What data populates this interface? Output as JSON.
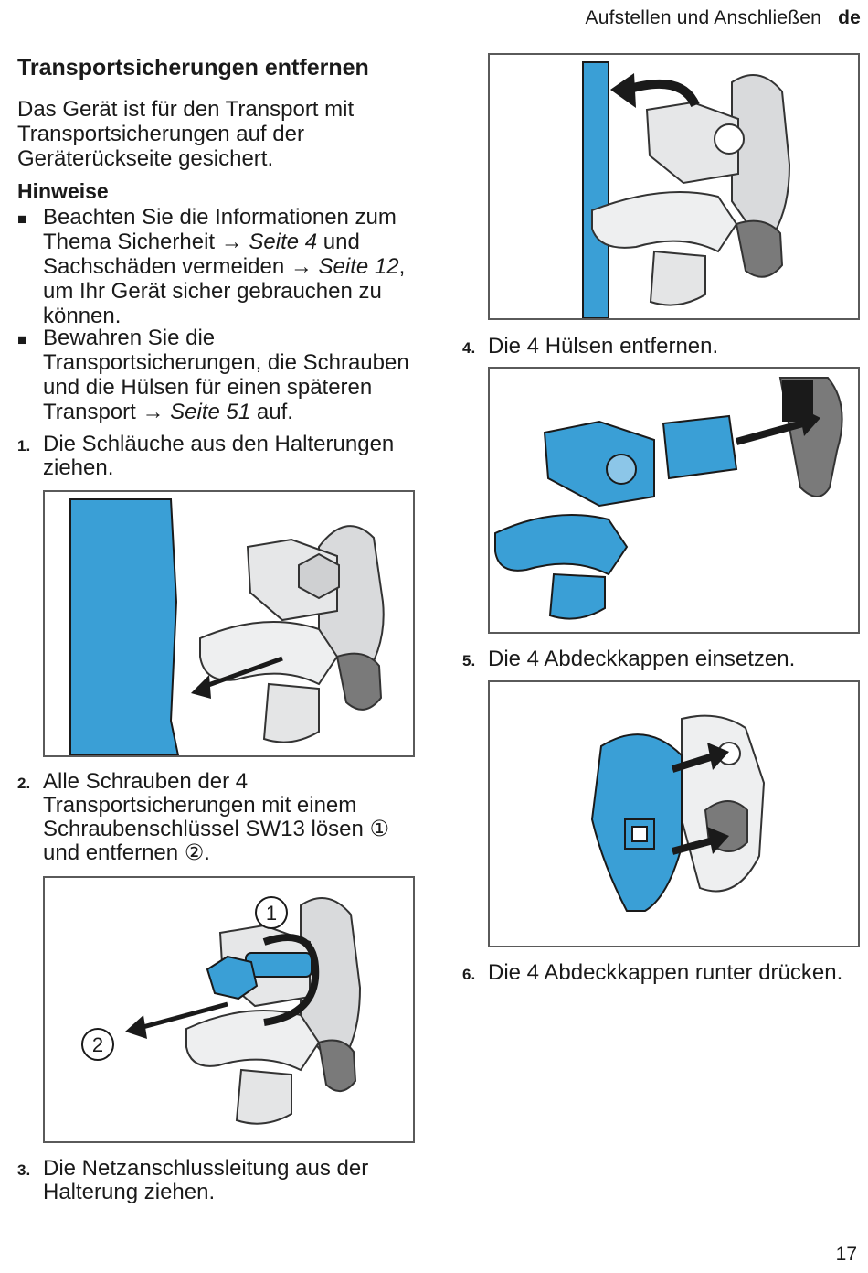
{
  "header": {
    "section": "Aufstellen und Anschließen",
    "lang": "de"
  },
  "title": "Transportsicherungen entfernen",
  "intro": "Das Gerät ist für den Transport mit Transportsicherungen auf der Geräterückseite gesichert.",
  "notes": {
    "title": "Hinweise",
    "items": [
      {
        "pre": "Beachten Sie die Informationen zum Thema Sicherheit → ",
        "ref1": "Seite 4",
        "mid": " und Sachschäden vermeiden → ",
        "ref2": "Seite 12",
        "post": ", um Ihr Gerät sicher gebrauchen zu können."
      },
      {
        "pre": "Bewahren Sie die Transportsicherungen, die Schrauben und die Hülsen für einen späteren Transport → ",
        "ref1": "Seite 51",
        "post": " auf."
      }
    ]
  },
  "steps": [
    {
      "num": "1.",
      "text": "Die Schläuche aus den Halterungen ziehen."
    },
    {
      "num": "2.",
      "text": "Alle Schrauben der 4 Transportsicherungen mit einem Schraubenschlüssel SW13 lösen ① und entfernen ②."
    },
    {
      "num": "3.",
      "text": "Die Netzanschlussleitung aus der Halterung ziehen."
    },
    {
      "num": "4.",
      "text": "Die 4 Hülsen entfernen."
    },
    {
      "num": "5.",
      "text": "Die 4 Abdeckkappen einsetzen."
    },
    {
      "num": "6.",
      "text": "Die 4 Abdeckkappen runter drücken."
    }
  ],
  "figure_labels": {
    "one": "1",
    "two": "2"
  },
  "colors": {
    "accent_blue": "#3a9fd6",
    "gray_part": "#d9dadc",
    "dark_gray": "#7a7a7a"
  },
  "page_number": "17"
}
